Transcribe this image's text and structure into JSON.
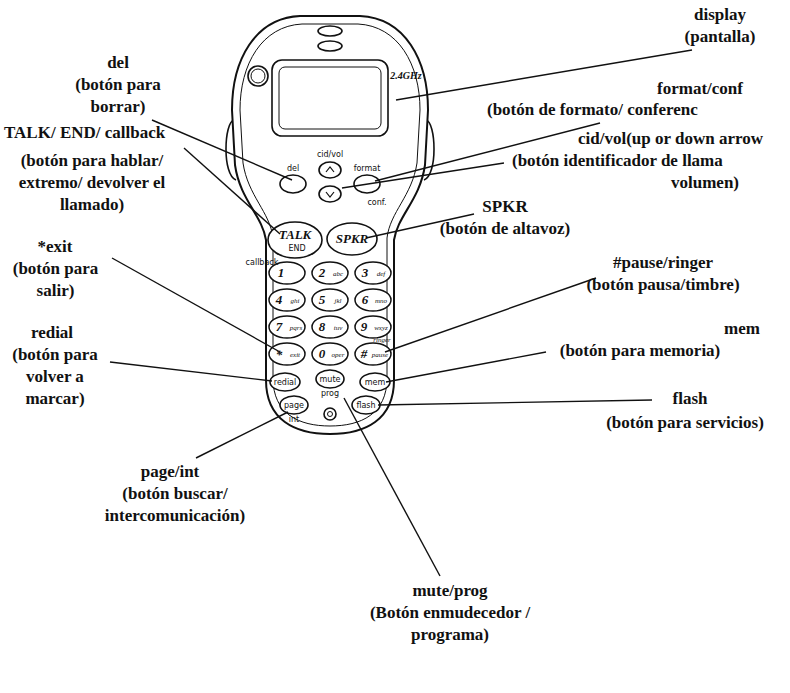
{
  "diagram": {
    "labels": [
      "display",
      "(pantalla)",
      "del",
      "(botón para borrar)",
      "format/conf",
      "(botón de formato/ conferenc",
      "cid/vol(up or down arrow",
      "(botón identificador de llama",
      "volumen)",
      "TALK/ END/ callback",
      "(botón para hablar/ extremo/ devolver el llamado)",
      "SPKR",
      "(botón de altavoz)",
      "*exit",
      "(botón para salir)",
      "#pause/ringer",
      "(botón pausa/timbre)",
      "mem",
      "(botón para memoria)",
      "redial",
      "(botón para volver a marcar)",
      "flash",
      "(botón para servicios)",
      "page/int",
      "(botón buscar/ intercomunicación)",
      "mute/prog",
      "(Botón enmudecedor / programa)",
      "2.4GHz",
      "del",
      "cid/vol",
      "format",
      "conf.",
      "TALK",
      "END",
      "callback",
      "SPKR",
      "1",
      "2",
      "abc",
      "3",
      "def",
      "4",
      "ghi",
      "5",
      "jkl",
      "6",
      "mno",
      "7",
      "pqrs",
      "8",
      "tuv",
      "9",
      "wxyz",
      "*",
      "exit",
      "0",
      "oper",
      "#",
      "pause",
      "ringer",
      "redial",
      "mute",
      "prog",
      "mem",
      "page",
      "int",
      "flash"
    ]
  }
}
